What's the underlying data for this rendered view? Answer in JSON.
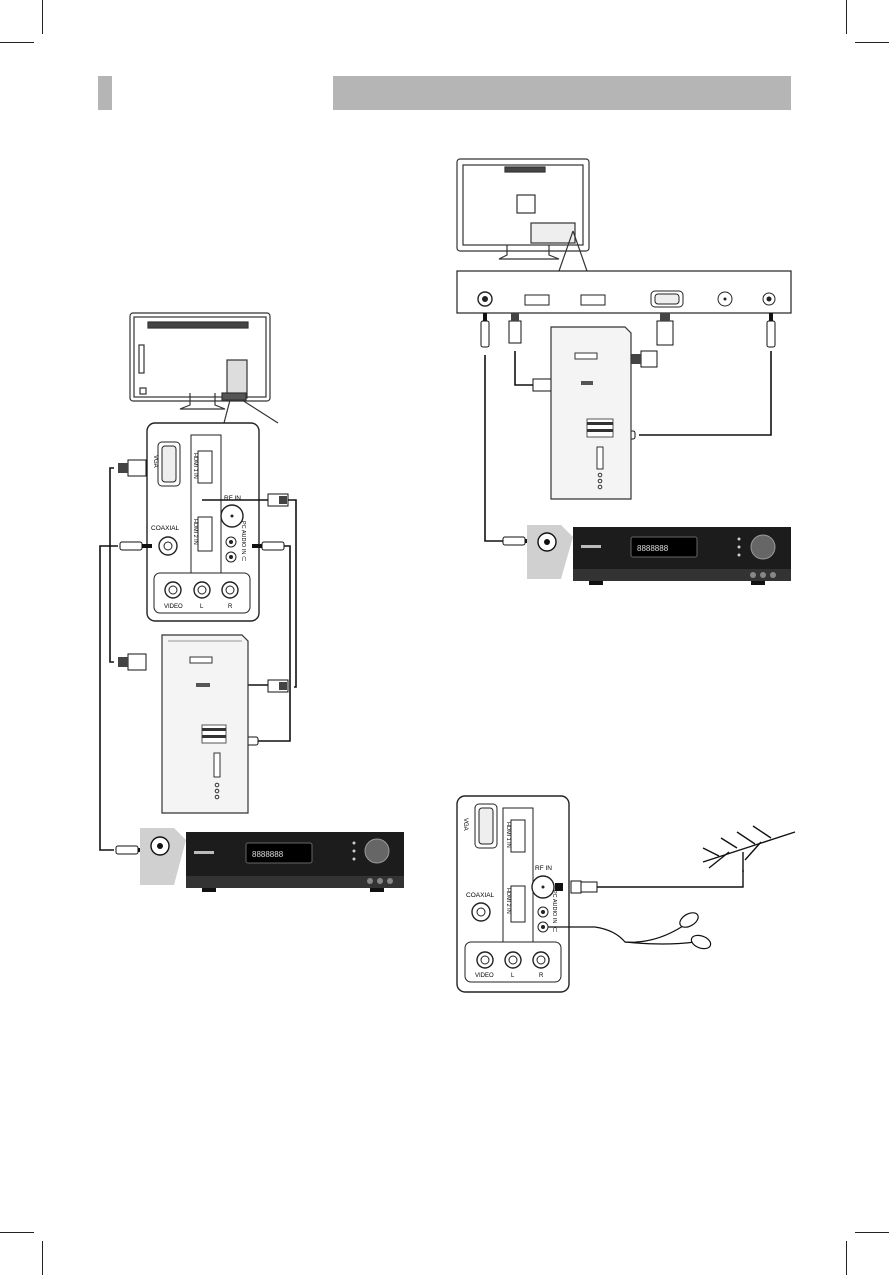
{
  "header": {
    "box_color": "#b5b5b5",
    "bar_color": "#b5b5b5"
  },
  "figure_left": {
    "port_labels": {
      "vga": "VGA",
      "hdmi1": "HDMI 1 IN",
      "hdmi2": "HDMI 2 IN",
      "rf": "RF IN",
      "coaxial": "COAXIAL",
      "pc_audio": "PC AUDIO IN",
      "video": "VIDEO",
      "l": "L",
      "r": "R"
    }
  },
  "figure_bottom_right": {
    "port_labels": {
      "vga": "VGA",
      "hdmi1": "HDMI 1 IN",
      "hdmi2": "HDMI 2 IN",
      "rf": "RF IN",
      "coaxial": "COAXIAL",
      "pc_audio": "PC AUDIO IN",
      "video": "VIDEO",
      "l": "L",
      "r": "R"
    }
  },
  "icons": [
    "tv-rear-icon",
    "pc-tower-icon",
    "audio-receiver-icon",
    "antenna-icon",
    "earphones-icon",
    "vga-plug-icon",
    "hdmi-plug-icon",
    "rca-plug-icon",
    "coax-plug-icon",
    "headphone-jack-icon"
  ]
}
